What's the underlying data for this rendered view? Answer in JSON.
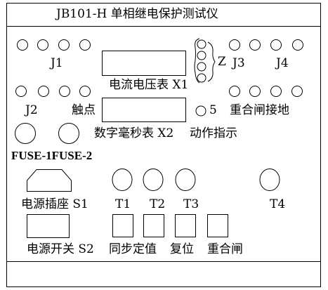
{
  "panel": {
    "title": "JB101-H 单相继电保护测试仪",
    "j1": "J1",
    "j2": "J2",
    "j3": "J3",
    "j4": "J4",
    "contact": "触点",
    "meter_label": "电流电压表 X1",
    "z_label": "Z",
    "five_label": "5",
    "reclose_ground": "重合闸接地",
    "timer_label": "数字毫秒表 X2",
    "action_indicator": "动作指示",
    "fuse_label": "FUSE-1FUSE-2",
    "socket_label": "电源插座 S1",
    "t1": "T1",
    "t2": "T2",
    "t3": "T3",
    "t4": "T4",
    "power_switch": "电源开关 S2",
    "sync_value": "同步定值",
    "reset": "复位",
    "reclose": "重合闸"
  }
}
